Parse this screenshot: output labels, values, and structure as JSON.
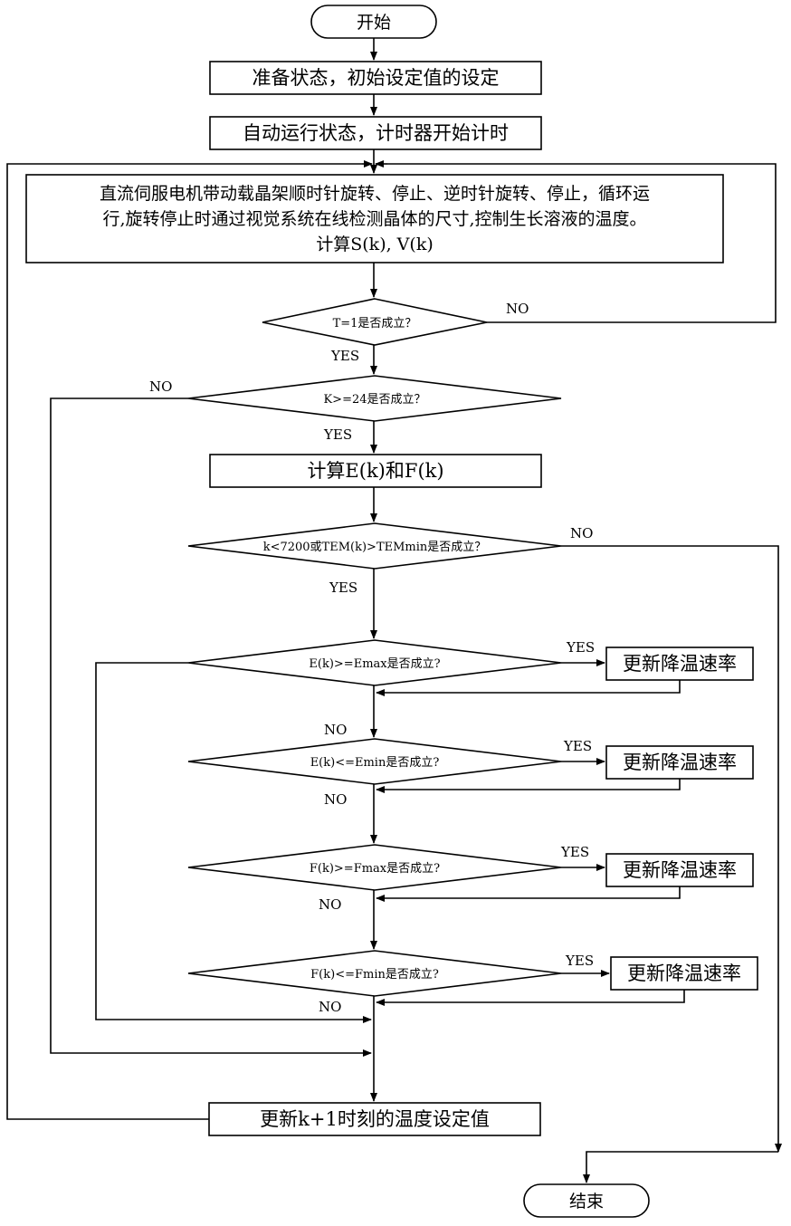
{
  "nodes": {
    "start": "开始",
    "prepare": "准备状态，初始设定值的设定",
    "auto_run": "自动运行状态，计时器开始计时",
    "process_line1": "直流伺服电机带动载晶架顺时针旋转、停止、逆时针旋转、停止，循环运",
    "process_line2": "行,旋转停止时通过视觉系统在线检测晶体的尺寸,控制生长溶液的温度。",
    "process_line3": "计算S(k), V(k)",
    "cond_t": "T=1是否成立？",
    "cond_k": "K>=24是否成立？",
    "calc_ef": "计算E(k)和F(k)",
    "cond_tem": "k<7200或TEM(k)>TEMmin是否成立？",
    "cond_emax": "E(k)>=Emax是否成立?",
    "cond_emin": "E(k)<=Emin是否成立?",
    "cond_fmax": "F(k)>=Fmax是否成立?",
    "cond_fmin": "F(k)<=Fmin是否成立?",
    "update_rate_1": "更新降温速率",
    "update_rate_2": "更新降温速率",
    "update_rate_3": "更新降温速率",
    "update_rate_4": "更新降温速率",
    "update_setpoint": "更新k+1时刻的温度设定值",
    "end": "结束"
  },
  "labels": {
    "no_t": "NO",
    "yes_t": "YES",
    "no_k": "NO",
    "yes_k": "YES",
    "no_tem": "NO",
    "yes_tem": "YES",
    "yes_emax": "YES",
    "no_emax": "NO",
    "yes_emin": "YES",
    "no_emin": "NO",
    "yes_fmax": "YES",
    "no_fmax": "NO",
    "yes_fmin": "YES",
    "no_fmin": "NO"
  }
}
